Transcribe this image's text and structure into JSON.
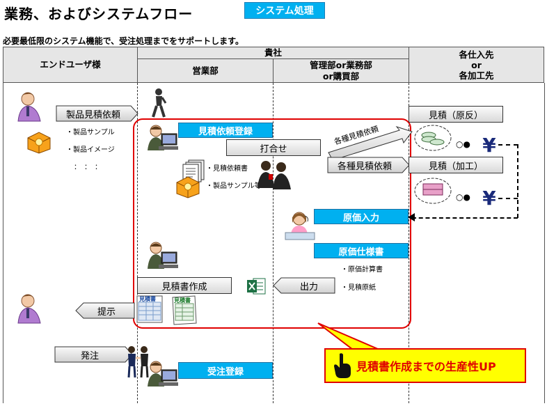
{
  "title": "業務、およびシステムフロー",
  "system_button": "システム処理",
  "subtitle": "必要最低限のシステム機能で、受注処理までをサポートします。",
  "headers": {
    "end_user": "エンドユーザ様",
    "company": "貴社",
    "sales": "営業部",
    "management_1": "管理部or業務部",
    "management_2": "or購買部",
    "suppliers_1": "各仕入先",
    "suppliers_2": "or",
    "suppliers_3": "各加工先"
  },
  "end_user": {
    "request_label": "製品見積依頼",
    "items": [
      "・製品サンプル",
      "・製品イメージ",
      "：　：　："
    ],
    "present_label": "提示",
    "order_label": "発注"
  },
  "sales": {
    "quote_request_register": "見積依頼登録",
    "meeting": "打合せ",
    "docs": [
      "・見積依頼書",
      "・製品サンプル等"
    ],
    "quote_create": "見積書作成",
    "order_register": "受注登録",
    "doc_label_1": "見積書",
    "doc_label_2": "見積書"
  },
  "management": {
    "various_quote_request": "各種見積依頼",
    "diagonal_label": "各種見積依頼",
    "cost_input": "原価入力",
    "cost_spec": "原価仕様書",
    "cost_docs": [
      "・原価計算書",
      "・見積原紙"
    ],
    "output": "出力"
  },
  "suppliers": {
    "quote_original": "見積（原反）",
    "quote_processing": "見積（加工）"
  },
  "callout": "見積書作成までの生産性UP",
  "colors": {
    "accent_blue": "#00b0f0",
    "highlight_red": "#e00000",
    "callout_yellow": "#ffff00",
    "excel_green": "#1e7145"
  }
}
